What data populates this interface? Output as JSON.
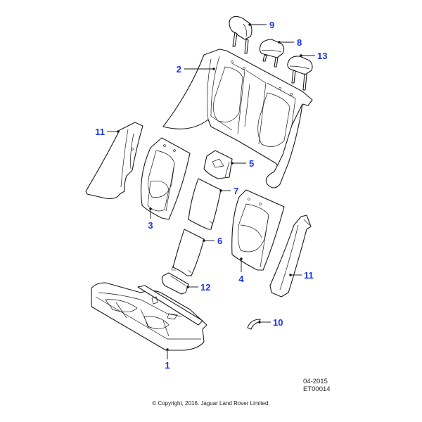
{
  "colors": {
    "callout": "#1a35e0",
    "line": "#1a1a1a",
    "background": "#ffffff"
  },
  "callouts": [
    {
      "id": "c1",
      "label": "1"
    },
    {
      "id": "c2",
      "label": "2"
    },
    {
      "id": "c3",
      "label": "3"
    },
    {
      "id": "c4",
      "label": "4"
    },
    {
      "id": "c5",
      "label": "5"
    },
    {
      "id": "c6",
      "label": "6"
    },
    {
      "id": "c7",
      "label": "7"
    },
    {
      "id": "c8",
      "label": "8"
    },
    {
      "id": "c9",
      "label": "9"
    },
    {
      "id": "c10",
      "label": "10"
    },
    {
      "id": "c11a",
      "label": "11"
    },
    {
      "id": "c11b",
      "label": "11"
    },
    {
      "id": "c12",
      "label": "12"
    },
    {
      "id": "c13",
      "label": "13"
    }
  ],
  "footer": {
    "date": "04-2015",
    "reference": "ET00014",
    "copyright": "© Copyright, 2016. Jaguar Land Rover Limited."
  }
}
